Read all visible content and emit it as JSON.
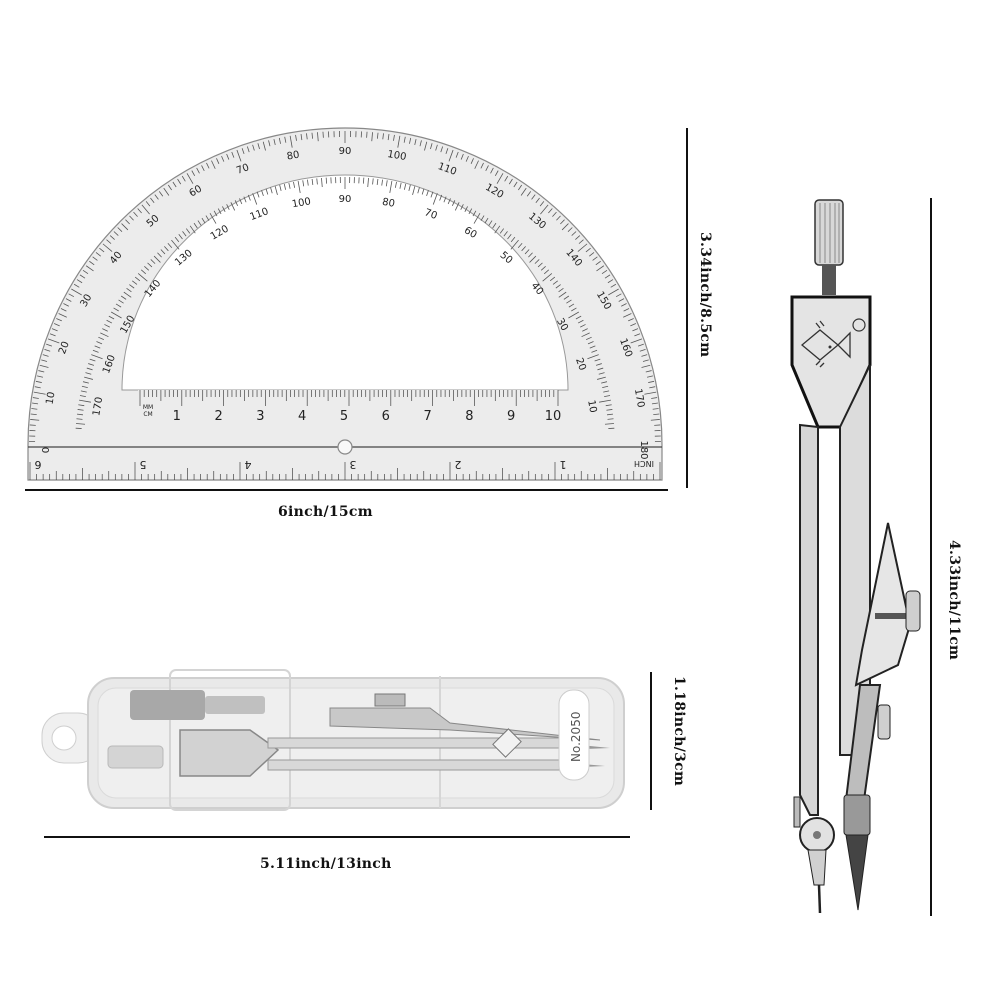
{
  "protractor": {
    "outer_scale_labels": [
      "0",
      "10",
      "20",
      "30",
      "40",
      "50",
      "60",
      "70",
      "80",
      "90",
      "100",
      "110",
      "120",
      "130",
      "140",
      "150",
      "160",
      "170",
      "180"
    ],
    "inner_scale_labels": [
      "170",
      "160",
      "150",
      "140",
      "130",
      "120",
      "110",
      "100",
      "90",
      "80",
      "70",
      "60",
      "50",
      "40",
      "30",
      "20",
      "10"
    ],
    "cm_ruler_labels": [
      "1",
      "2",
      "3",
      "4",
      "5",
      "6",
      "7",
      "8",
      "9",
      "10"
    ],
    "cm_unit_label": "MM CM",
    "inch_ruler_labels": [
      "6",
      "5",
      "4",
      "3",
      "2",
      "1"
    ],
    "inch_unit_label": "INCH",
    "width_label": "6inch/15cm",
    "height_label": "3.34inch/8.5cm"
  },
  "case": {
    "model_label": "No.2050",
    "width_label": "5.11inch/13inch",
    "height_label": "1.18inch/3cm"
  },
  "compass": {
    "logo_icon": "fish-logo-icon",
    "trademark": "®",
    "height_label": "4.33inch/11cm"
  },
  "colors": {
    "background": "#ffffff",
    "dimension_line": "#111111",
    "protractor_body": "#ececec",
    "metal": "#cfcfcf",
    "case_plastic": "#e6e6e6"
  }
}
